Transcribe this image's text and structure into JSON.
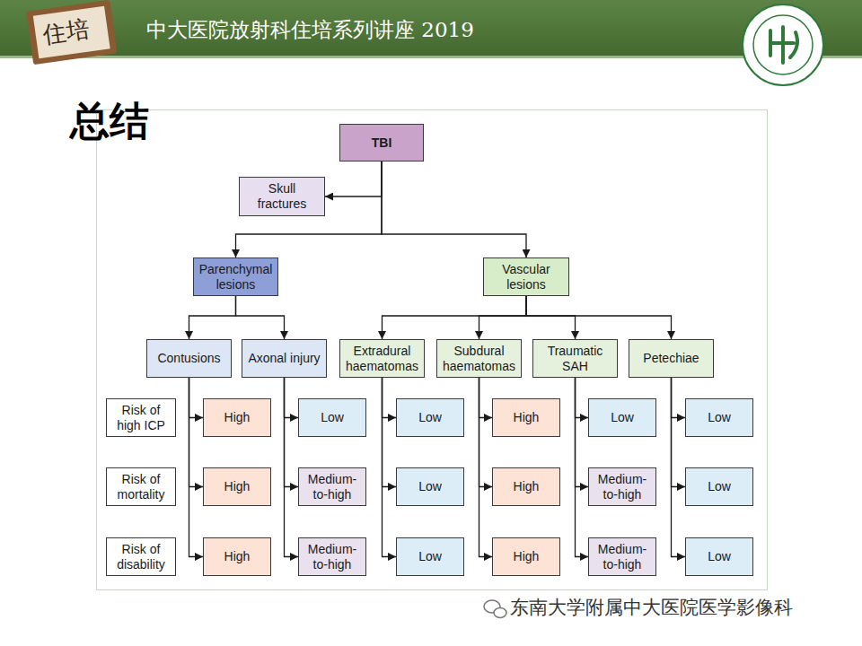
{
  "diagram": {
    "title": "总结",
    "nodes": [
      {
        "text": [
          "TBI"
        ]
      },
      {
        "text": [
          "Skull fractures"
        ]
      },
      {
        "text": [
          "Parenchymal lesions"
        ]
      },
      {
        "text": [
          "Vascular lesions"
        ]
      },
      {
        "text": [
          "Contusions"
        ]
      },
      {
        "text": [
          "Axonal injury"
        ]
      },
      {
        "text": [
          "Extradural haematomas"
        ]
      },
      {
        "text": [
          "Subdural haematomas"
        ]
      },
      {
        "text": [
          "Traumatic SAH"
        ]
      },
      {
        "text": [
          "Petechiae"
        ]
      },
      {
        "text": [
          "Risk of high ICP"
        ]
      },
      {
        "text": [
          "High"
        ]
      },
      {
        "text": [
          "Low"
        ]
      },
      {
        "text": [
          "Low"
        ]
      },
      {
        "text": [
          "High"
        ]
      },
      {
        "text": [
          "Low"
        ]
      },
      {
        "text": [
          "Low"
        ]
      },
      {
        "text": [
          "Risk of mortality"
        ]
      },
      {
        "text": [
          "High"
        ]
      },
      {
        "text": [
          "Medium-to-high"
        ]
      },
      {
        "text": [
          "Low"
        ]
      },
      {
        "text": [
          "High"
        ]
      },
      {
        "text": [
          "Medium-to-high"
        ]
      },
      {
        "text": [
          "Low"
        ]
      },
      {
        "text": [
          "Risk of disability"
        ]
      },
      {
        "text": [
          "High"
        ]
      },
      {
        "text": [
          "Medium-to-high"
        ]
      },
      {
        "text": [
          "Low"
        ]
      },
      {
        "text": [
          "High"
        ]
      },
      {
        "text": [
          "Medium-to-high"
        ]
      },
      {
        "text": [
          "Low"
        ]
      }
    ],
    "edges": [
      {
        "from": 0,
        "to": 1,
        "arrow": "to"
      },
      {
        "from": 0,
        "to": 2,
        "arrow": "to"
      },
      {
        "from": 0,
        "to": 3,
        "arrow": "to"
      },
      {
        "from": 2,
        "to": 4,
        "arrow": "to"
      },
      {
        "from": 2,
        "to": 5,
        "arrow": "to"
      },
      {
        "from": 3,
        "to": 6,
        "arrow": "to"
      },
      {
        "from": 3,
        "to": 7,
        "arrow": "to"
      },
      {
        "from": 3,
        "to": 8,
        "arrow": "to"
      },
      {
        "from": 3,
        "to": 9,
        "arrow": "to"
      },
      {
        "from": 4,
        "to": 11,
        "arrow": "to"
      },
      {
        "from": 4,
        "to": 18,
        "arrow": "to"
      },
      {
        "from": 4,
        "to": 25,
        "arrow": "to"
      },
      {
        "from": 5,
        "to": 12,
        "arrow": "to"
      },
      {
        "from": 5,
        "to": 19,
        "arrow": "to"
      },
      {
        "from": 5,
        "to": 26,
        "arrow": "to"
      },
      {
        "from": 6,
        "to": 13,
        "arrow": "to"
      },
      {
        "from": 6,
        "to": 20,
        "arrow": "to"
      },
      {
        "from": 6,
        "to": 27,
        "arrow": "to"
      },
      {
        "from": 7,
        "to": 14,
        "arrow": "to"
      },
      {
        "from": 7,
        "to": 21,
        "arrow": "to"
      },
      {
        "from": 7,
        "to": 28,
        "arrow": "to"
      },
      {
        "from": 8,
        "to": 15,
        "arrow": "to"
      },
      {
        "from": 8,
        "to": 22,
        "arrow": "to"
      },
      {
        "from": 8,
        "to": 29,
        "arrow": "to"
      },
      {
        "from": 9,
        "to": 16,
        "arrow": "to"
      },
      {
        "from": 9,
        "to": 23,
        "arrow": "to"
      },
      {
        "from": 9,
        "to": 30,
        "arrow": "to"
      }
    ],
    "labels": [
      "住培",
      "中大医院放射科住培系列讲座 2019",
      "东南大学附属中大医院医学影像科"
    ]
  }
}
